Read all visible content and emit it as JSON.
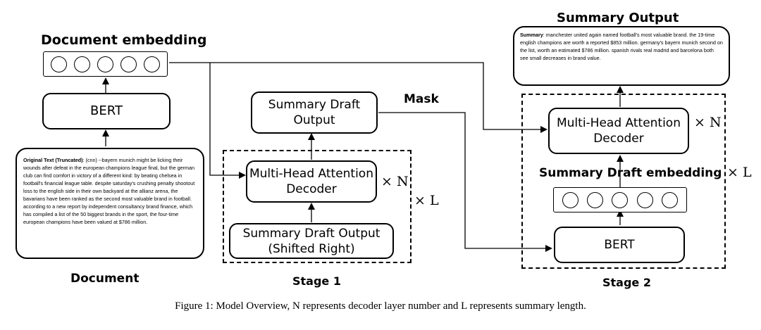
{
  "left": {
    "doc_embedding_label": "Document embedding",
    "bert_label": "BERT",
    "document_label": "Document",
    "original_text_bold": "Original Text (Truncated)",
    "original_text_body": ": (cnn) --bayern munich might be licking their wounds after defeat in the european champions league final, but the german club can find comfort in victory of a different kind: by beating chelsea in football's financial league table. despite saturday's crushing penalty shootout loss to the english side in their own backyard at the allianz arena, the bavarians have been ranked as the second most valuable brand in football. according to a new report by independent consultancy brand finance, which has compiled a list of the 50 biggest brands in the sport, the four-time european champions have been valued at $786 million."
  },
  "stage1": {
    "draft_output_label": "Summary Draft Output",
    "decoder_label": "Multi-Head Attention Decoder",
    "shifted_label": "Summary Draft Output (Shifted Right)",
    "times_n": "× N",
    "times_l": "× L",
    "stage_label": "Stage 1",
    "mask_label": "Mask"
  },
  "stage2": {
    "summary_output_label": "Summary Output",
    "summary_bold": "Summary",
    "summary_body": ": manchester united again named football's most valuable brand. the 19-time english champions are worth a reported $853 million. germany's bayern munich second on the list, worth an estimated $786 million. spanish rivals real madrid and barcelona both see small decreases in brand value.",
    "decoder_label": "Multi-Head Attention Decoder",
    "draft_embedding_label": "Summary Draft embedding",
    "bert_label": "BERT",
    "times_n": "× N",
    "times_l": "× L",
    "stage_label": "Stage 2"
  },
  "caption": "Figure 1: Model Overview, N represents decoder layer number and L represents summary length."
}
